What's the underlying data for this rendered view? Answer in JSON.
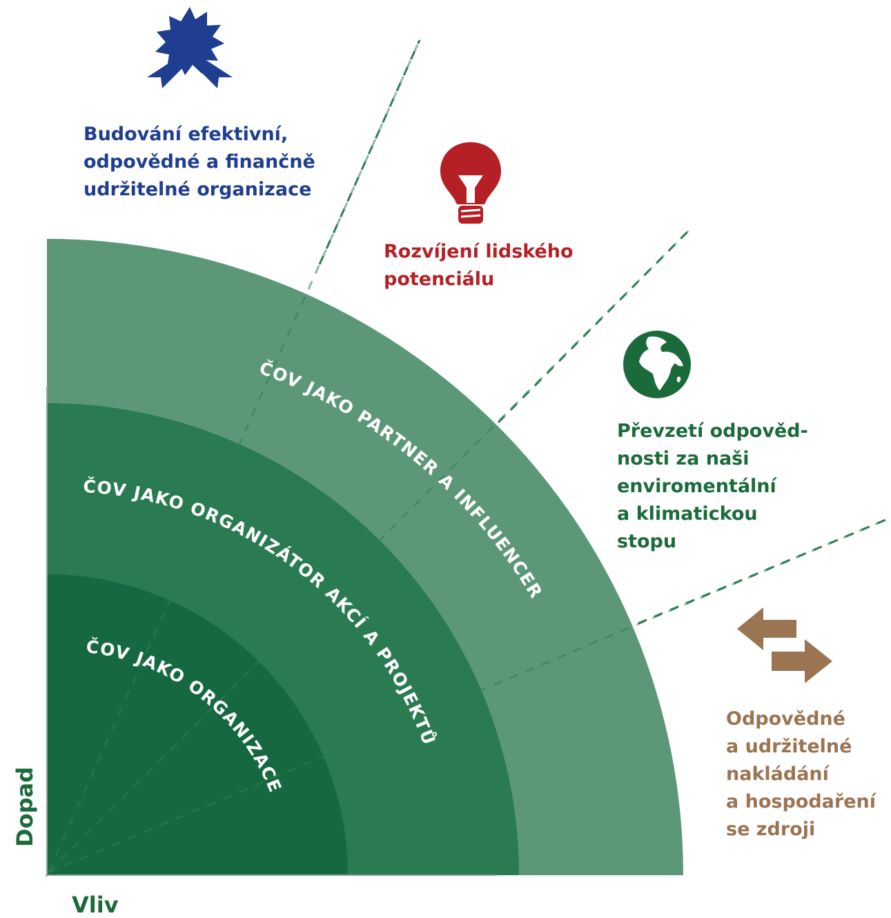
{
  "rings": [
    {
      "label": "ČOV JAKO ORGANIZACE",
      "color": "#15683f"
    },
    {
      "label": "ČOV JAKO ORGANIZÁTOR AKCÍ A PROJEKTŮ",
      "color": "#2a7b51"
    },
    {
      "label": "ČOV JAKO PARTNER A INFLUENCER",
      "color": "#5c9878"
    }
  ],
  "themes": [
    {
      "icon": "award-rosette-icon",
      "color": "#1f3e8f",
      "lines": [
        "Budování efektivní,",
        "odpovědné a finančně",
        "udržitelné organizace"
      ]
    },
    {
      "icon": "lightbulb-icon",
      "color": "#b52026",
      "lines": [
        "Rozvíjení lidského",
        "potenciálu"
      ]
    },
    {
      "icon": "globe-icon",
      "color": "#1b6b3a",
      "lines": [
        "Převzetí odpověd-",
        "nosti za naši",
        "enviromentální",
        "a klimatickou",
        "stopu"
      ]
    },
    {
      "icon": "exchange-arrows-icon",
      "color": "#9b7452",
      "lines": [
        "Odpovědné",
        "a udržitelné",
        "nakládání",
        "a hospodaření",
        "se zdroji"
      ]
    }
  ],
  "axes": {
    "y_label": "Dopad",
    "x_label": "Vliv",
    "color": "#1b6b3a"
  },
  "divider_color": "#2f7d53"
}
